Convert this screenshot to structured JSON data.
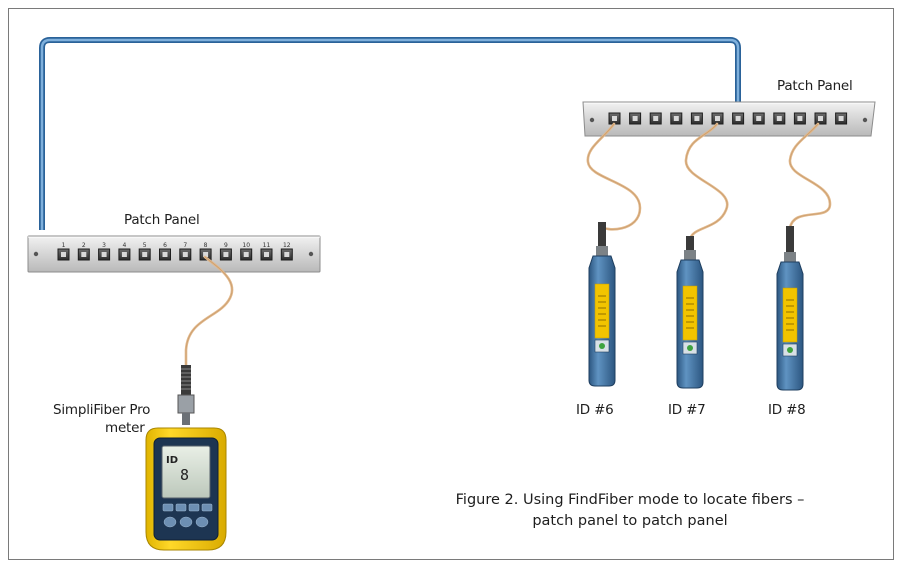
{
  "labels": {
    "patch_panel_left": "Patch Panel",
    "patch_panel_right": "Patch Panel",
    "meter_line1": "SimpliFiber Pro",
    "meter_line2": "meter",
    "id6": "ID #6",
    "id7": "ID #7",
    "id8": "ID #8"
  },
  "caption": {
    "line1": "Figure 2. Using FindFiber mode to locate fibers –",
    "line2": "patch panel to patch panel"
  },
  "left_panel_port_numbers": [
    "1",
    "2",
    "3",
    "4",
    "5",
    "6",
    "7",
    "8",
    "9",
    "10",
    "11",
    "12"
  ],
  "meter_screen": {
    "label": "ID",
    "value": "8"
  },
  "colors": {
    "cable_blue": "#3f7fb5",
    "fiber_orange": "#e2b98c",
    "meter_yellow": "#f3c800",
    "remote_blue": "#3d6f9f",
    "remote_yellow": "#f2c400"
  }
}
